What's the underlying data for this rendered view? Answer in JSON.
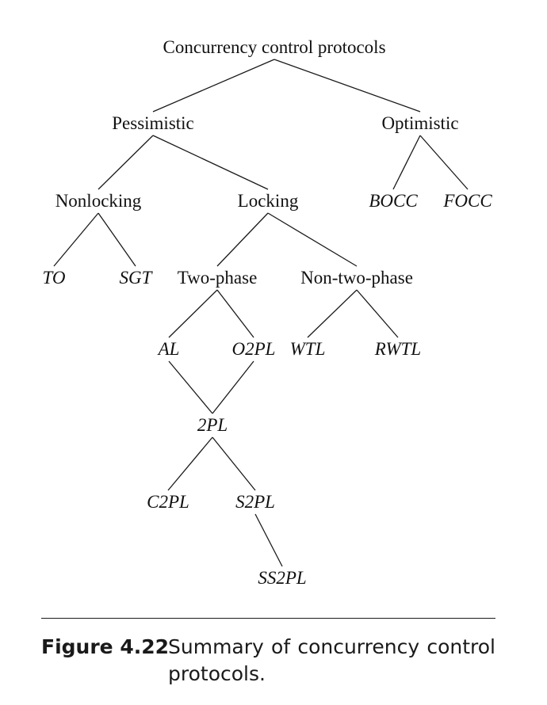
{
  "nodes": {
    "root": "Concurrency control protocols",
    "pessimistic": "Pessimistic",
    "optimistic": "Optimistic",
    "nonlocking": "Nonlocking",
    "locking": "Locking",
    "bocc": "BOCC",
    "focc": "FOCC",
    "to": "TO",
    "sgt": "SGT",
    "two_phase": "Two-phase",
    "non_two_phase": "Non-two-phase",
    "al": "AL",
    "o2pl": "O2PL",
    "wtl": "WTL",
    "rwtl": "RWTL",
    "twopl": "2PL",
    "c2pl": "C2PL",
    "s2pl": "S2PL",
    "ss2pl": "SS2PL"
  },
  "edges": [
    [
      "root",
      "pessimistic"
    ],
    [
      "root",
      "optimistic"
    ],
    [
      "pessimistic",
      "nonlocking"
    ],
    [
      "pessimistic",
      "locking"
    ],
    [
      "optimistic",
      "bocc"
    ],
    [
      "optimistic",
      "focc"
    ],
    [
      "nonlocking",
      "to"
    ],
    [
      "nonlocking",
      "sgt"
    ],
    [
      "locking",
      "two_phase"
    ],
    [
      "locking",
      "non_two_phase"
    ],
    [
      "two_phase",
      "al"
    ],
    [
      "two_phase",
      "o2pl"
    ],
    [
      "non_two_phase",
      "wtl"
    ],
    [
      "non_two_phase",
      "rwtl"
    ],
    [
      "al",
      "twopl"
    ],
    [
      "o2pl",
      "twopl"
    ],
    [
      "twopl",
      "c2pl"
    ],
    [
      "twopl",
      "s2pl"
    ],
    [
      "s2pl",
      "ss2pl"
    ]
  ],
  "caption": {
    "label": "Figure 4.22",
    "text": "Summary of concurrency control protocols."
  }
}
